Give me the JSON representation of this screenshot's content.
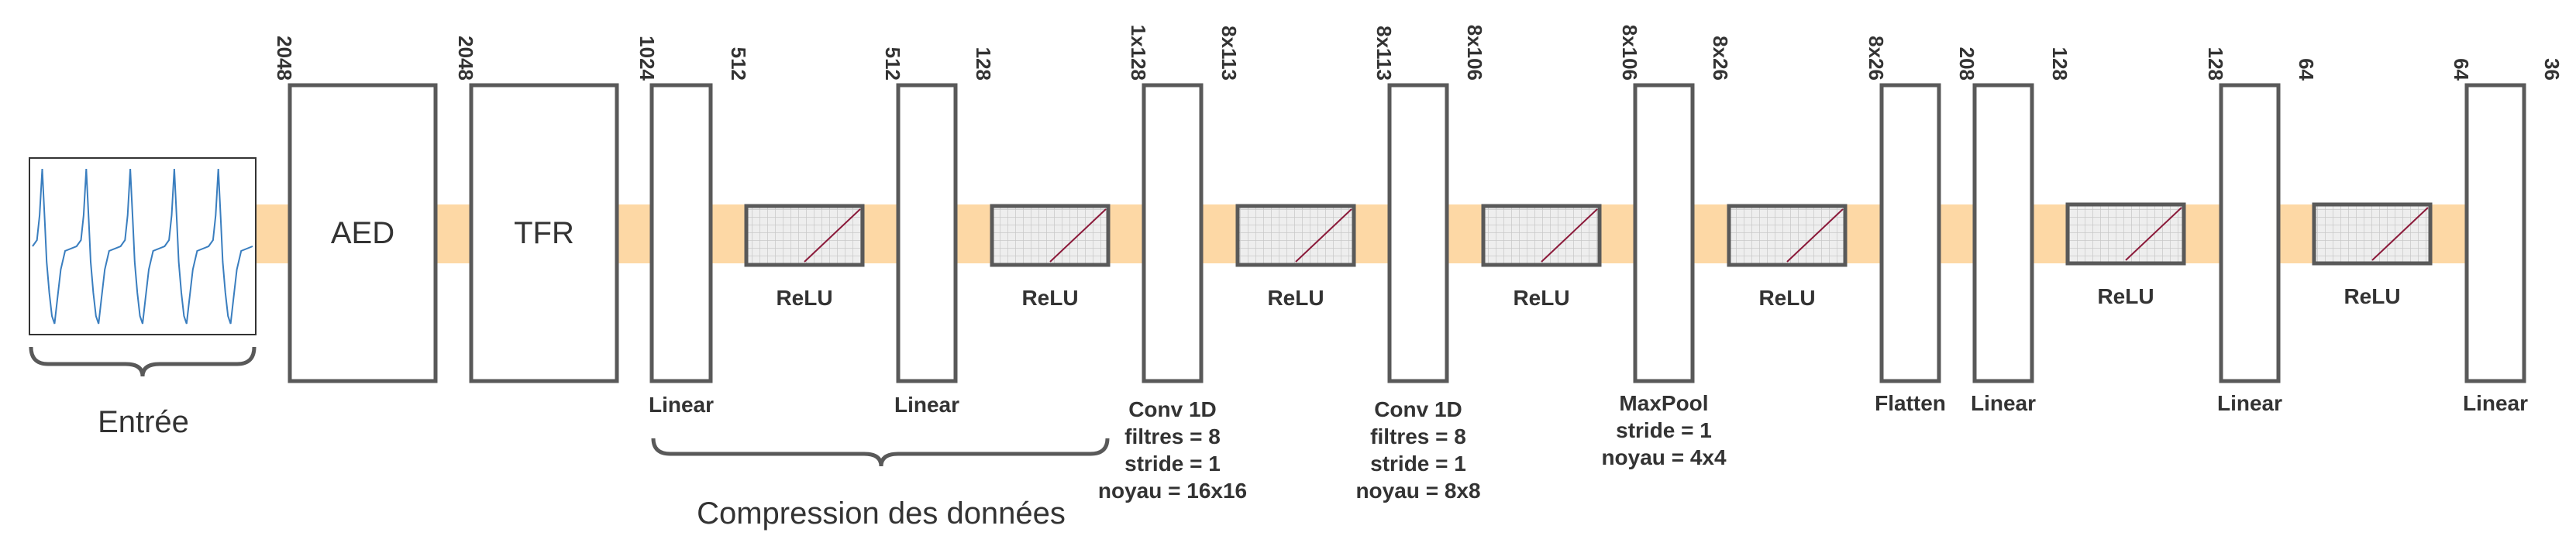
{
  "colors": {
    "band": "#fdd8a5",
    "block_stroke": "#595959",
    "signal": "#3a7ebf",
    "relu_line": "#8b1a3a",
    "relu_grid": "#c8c8c8",
    "relu_bg": "#eeeeee"
  },
  "input": {
    "label": "Entrée"
  },
  "aed": {
    "label": "AED"
  },
  "tfr": {
    "label": "TFR"
  },
  "relu_label": "ReLU",
  "compression_label": "Compression des données",
  "dims": [
    "2048",
    "2048",
    "1024",
    "512",
    "512",
    "128",
    "1x128",
    "8x113",
    "8x113",
    "8x106",
    "8x106",
    "8x26",
    "8x26",
    "208",
    "128",
    "128",
    "64",
    "64",
    "36"
  ],
  "layers": {
    "linear1": {
      "label": "Linear"
    },
    "linear2": {
      "label": "Linear"
    },
    "conv1": {
      "lines": [
        "Conv 1D",
        "filtres = 8",
        "stride = 1",
        "noyau = 16x16"
      ]
    },
    "conv2": {
      "lines": [
        "Conv 1D",
        "filtres = 8",
        "stride = 1",
        "noyau = 8x8"
      ]
    },
    "maxpool": {
      "lines": [
        "MaxPool",
        "stride = 1",
        "noyau = 4x4"
      ]
    },
    "flatten": {
      "label": "Flatten"
    },
    "linear3": {
      "label": "Linear"
    },
    "linear4": {
      "label": "Linear"
    },
    "linear5": {
      "label": "Linear"
    }
  }
}
